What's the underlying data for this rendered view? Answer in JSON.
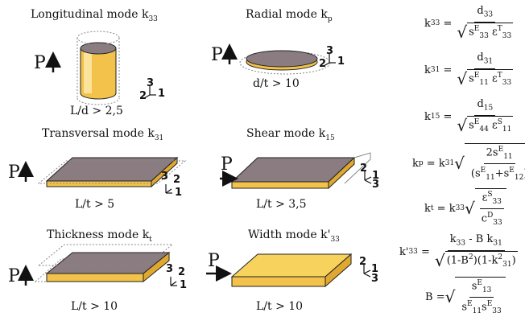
{
  "modes": [
    {
      "name": "Longitudinal mode",
      "sym": "k",
      "sub": "33",
      "cond": "L/d > 2,5",
      "p": "P",
      "axes": [
        "2",
        "3",
        "1"
      ]
    },
    {
      "name": "Radial mode",
      "sym": "k",
      "sub": "p",
      "cond": "d/t > 10",
      "p": "P",
      "axes": [
        "2",
        "3",
        "1"
      ]
    },
    {
      "name": "Transversal mode",
      "sym": "k",
      "sub": "31",
      "cond": "L/t > 5",
      "p": "P",
      "axes": [
        "3",
        "2",
        "1"
      ]
    },
    {
      "name": "Shear mode",
      "sym": "k",
      "sub": "15",
      "cond": "L/t > 3,5",
      "p": "P",
      "axes": [
        "2",
        "1",
        "3"
      ]
    },
    {
      "name": "Thickness mode",
      "sym": "k",
      "sub": "t",
      "cond": "L/t > 10",
      "p": "P",
      "axes": [
        "3",
        "2",
        "1"
      ]
    },
    {
      "name": "Width mode",
      "sym": "k'",
      "sub": "33",
      "cond": "L/t > 10",
      "p": "P",
      "axes": [
        "2",
        "1",
        "3"
      ]
    }
  ],
  "equations": {
    "k33": {
      "lhs": "k",
      "lhs_sub": "33",
      "num": "d",
      "num_sub": "33",
      "s_sup": "E",
      "s_sub": "33",
      "e_sup": "T",
      "e_sub": "33"
    },
    "k31": {
      "lhs": "k",
      "lhs_sub": "31",
      "num": "d",
      "num_sub": "31",
      "s_sup": "E",
      "s_sub": "11",
      "e_sup": "T",
      "e_sub": "33"
    },
    "k15": {
      "lhs": "k",
      "lhs_sub": "15",
      "num": "d",
      "num_sub": "15",
      "s_sup": "E",
      "s_sub": "44",
      "e_sup": "S",
      "e_sub": "11"
    },
    "kp": {
      "lhs": "k",
      "lhs_sub": "p",
      "rhs": "k",
      "rhs_sub": "31",
      "num": "2s",
      "num_sup": "E",
      "num_sub": "11",
      "den_a": "s",
      "den_a_sup": "E",
      "den_a_sub": "11",
      "plus": "+",
      "den_b": "s",
      "den_b_sup": "E",
      "den_b_sub": "12"
    },
    "kt": {
      "lhs": "k",
      "lhs_sub": "t",
      "rhs": "k",
      "rhs_sub": "33",
      "num": "ε",
      "num_sup": "S",
      "num_sub": "33",
      "den": "c",
      "den_sup": "D",
      "den_sub": "33"
    },
    "kp33": {
      "lhs": "k'",
      "lhs_sub": "33",
      "num_a": "k",
      "num_a_sub": "33",
      "minus": "- B k",
      "num_b_sub": "31",
      "den": "(1-B",
      "den_sup": "2",
      "den_mid": ")(1-k",
      "den_sup2": "2",
      "den_sub2": "31",
      "den_end": ")"
    },
    "B": {
      "lhs": "B",
      "num": "s",
      "num_sup": "E",
      "num_sub": "13",
      "den_a": "s",
      "den_a_sup": "E",
      "den_a_sub": "11",
      "den_b": "s",
      "den_b_sup": "E",
      "den_b_sub": "33"
    }
  }
}
